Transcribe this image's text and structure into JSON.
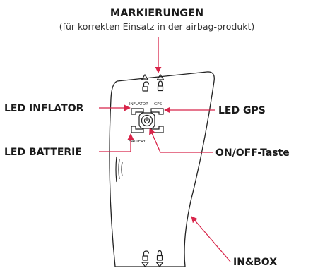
{
  "header": {
    "title": "MARKIERUNGEN",
    "subtitle": "(für korrekten Einsatz in der airbag-produkt)"
  },
  "callouts": {
    "led_inflator": "LED INFLATOR",
    "led_gps": "LED GPS",
    "led_battery": "LED BATTERIE",
    "on_off": "ON/OFF-Taste",
    "inbox": "IN&BOX"
  },
  "device_labels": {
    "inflator": "INFLATOR",
    "gps": "GPS",
    "battery": "BATTERY"
  },
  "icons": {
    "top_markings": [
      "warning-triangle-icon",
      "unlock-icon",
      "lock-icon"
    ],
    "bottom_markings": [
      "unlock-icon",
      "lock-icon",
      "down-triangle-icon"
    ],
    "power": "power-icon"
  },
  "colors": {
    "leader_line": "#d8254a",
    "outline": "#222222"
  }
}
